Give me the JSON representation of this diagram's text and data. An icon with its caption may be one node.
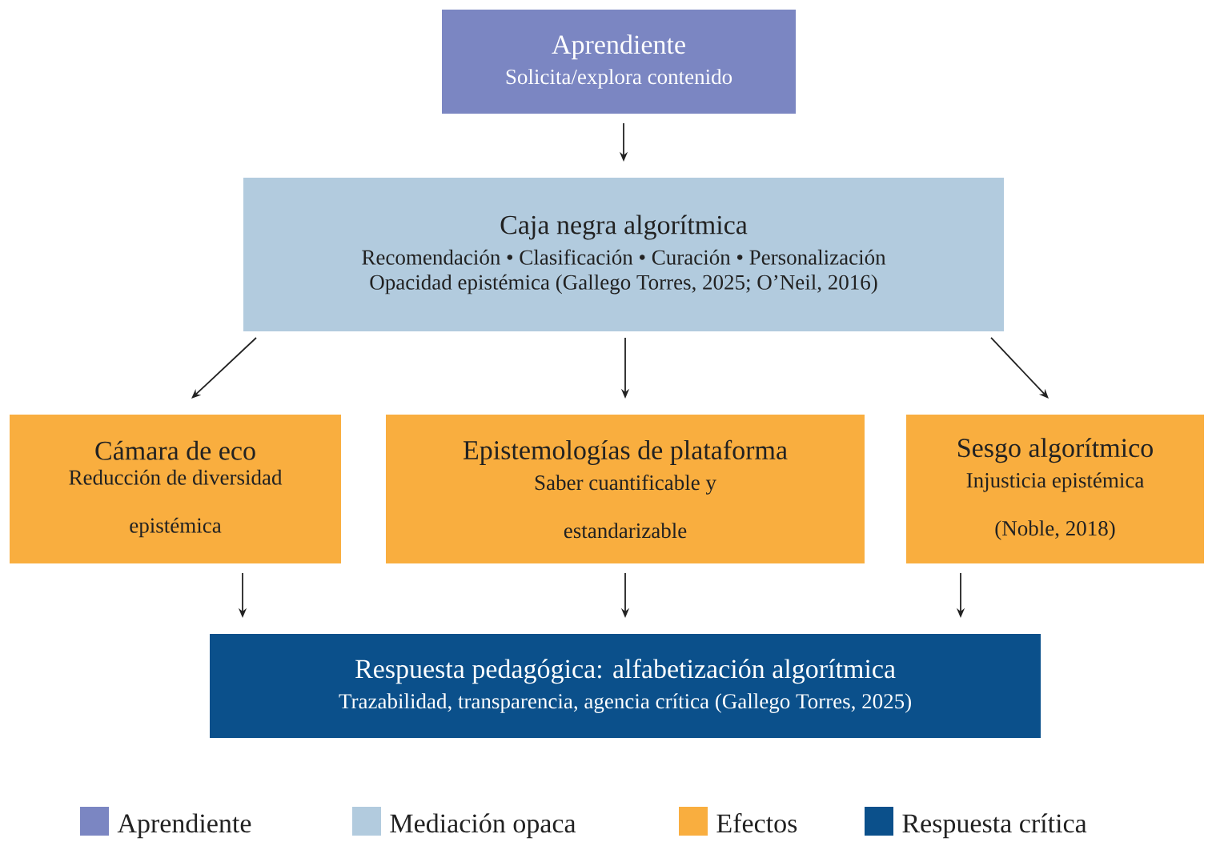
{
  "diagram": {
    "nodes": [
      {
        "text": [
          "Aprendiente",
          "Solicita/explora contenido"
        ]
      },
      {
        "text": [
          "Caja negra algorítmica",
          "Recomendación • Clasificación • Curación • Personalización",
          "Opacidad epistémica (Gallego Torres, 2025; O’Neil, 2016)"
        ]
      },
      {
        "text": [
          "Cámara de eco",
          "Reducción de diversidad epistémica"
        ]
      },
      {
        "text": [
          "Epistemologías de plataforma",
          "Saber cuantificable y estandarizable"
        ]
      },
      {
        "text": [
          "Sesgo algorítmico",
          "Injusticia epistémica (Noble, 2018)"
        ]
      },
      {
        "text": [
          "Respuesta pedagógica: alfabetización algorítmica",
          "Trazabilidad, transparencia, agencia crítica (Gallego Torres, 2025)"
        ]
      }
    ],
    "edges": [
      {
        "from": 0,
        "to": 1,
        "arrow": "to"
      },
      {
        "from": 1,
        "to": 2,
        "arrow": "to"
      },
      {
        "from": 1,
        "to": 3,
        "arrow": "to"
      },
      {
        "from": 1,
        "to": 4,
        "arrow": "to"
      },
      {
        "from": 2,
        "to": 5,
        "arrow": "to"
      },
      {
        "from": 3,
        "to": 5,
        "arrow": "to"
      },
      {
        "from": 4,
        "to": 5,
        "arrow": "to"
      }
    ],
    "legend": [
      {
        "text": "Aprendiente",
        "color": "#7b86c2"
      },
      {
        "text": "Mediación opaca",
        "color": "#b2cbde"
      },
      {
        "text": "Efectos",
        "color": "#f9ae3f"
      },
      {
        "text": "Respuesta crítica",
        "color": "#0b508b"
      }
    ]
  }
}
